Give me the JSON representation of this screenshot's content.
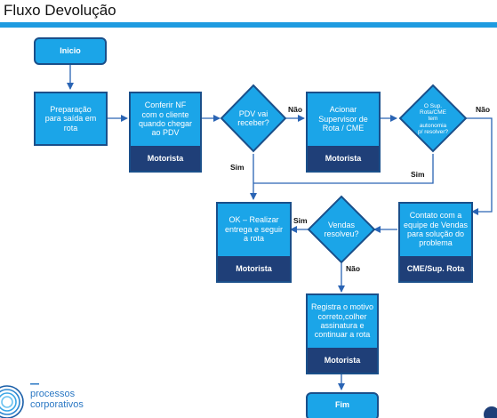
{
  "title": "Fluxo Devolução",
  "nodes": {
    "inicio": "Inicio",
    "preparacao": "Preparação\npara saída em\nrota",
    "conferir": "Conferir NF\ncom o cliente\nquando chegar\nao PDV",
    "conferir_role": "Motorista",
    "pdv": "PDV vai\nreceber?",
    "acionar": "Acionar\nSupervisor de\nRota / CME",
    "acionar_role": "Motorista",
    "sup": "O Sup.\nRota/CME\ntem\nautonomia\np/ resolver?",
    "contato": "Contato com a\nequipe de Vendas\npara solução do\nproblema",
    "contato_role": "CME/Sup. Rota",
    "vendas": "Vendas\nresolveu?",
    "ok": "OK – Realizar\nentrega e seguir\na rota",
    "ok_role": "Motorista",
    "registra": "Registra o motivo\ncorreto,colher\nassinatura e\ncontinuar a rota",
    "registra_role": "Motorista",
    "fim": "Fim"
  },
  "edges": {
    "pdv_nao": "Não",
    "pdv_sim": "Sim",
    "sup_nao": "Não",
    "sup_sim": "Sim",
    "vendas_sim": "Sim",
    "vendas_nao": "Não"
  },
  "footer": {
    "logo_line1": "processos",
    "logo_line2": "corporativos"
  },
  "colors": {
    "box_fill": "#1ba5e8",
    "box_border": "#1a4f8a",
    "role_fill": "#1f3f78",
    "rule": "#1e9be0"
  }
}
